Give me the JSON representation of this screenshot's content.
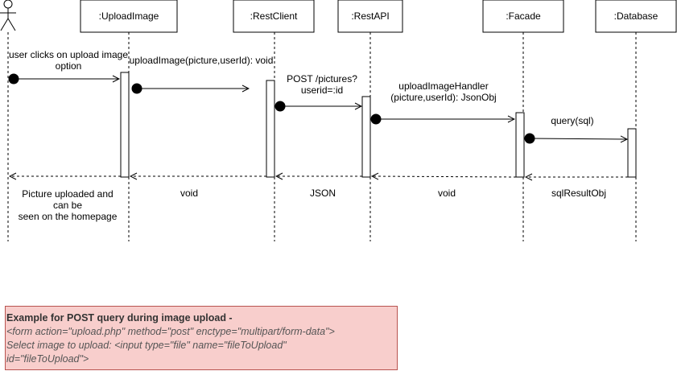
{
  "actor": {
    "name": ""
  },
  "participants": [
    {
      "id": "upload",
      "label": ":UploadImage"
    },
    {
      "id": "client",
      "label": ":RestClient"
    },
    {
      "id": "api",
      "label": ":RestAPI"
    },
    {
      "id": "facade",
      "label": ":Facade"
    },
    {
      "id": "db",
      "label": ":Database"
    }
  ],
  "messages": [
    {
      "from": "actor",
      "to": "upload",
      "label": "user clicks on upload image\noption"
    },
    {
      "from": "upload",
      "to": "client",
      "label": "uploadImage(picture,userId): void"
    },
    {
      "from": "client",
      "to": "api",
      "label": "POST /pictures?\nuserid=:id"
    },
    {
      "from": "api",
      "to": "facade",
      "label": "uploadImageHandler\n(picture,userId): JsonObj"
    },
    {
      "from": "facade",
      "to": "db",
      "label": "query(sql)"
    }
  ],
  "returns": [
    {
      "from": "upload",
      "to": "actor",
      "label": "Picture uploaded and\ncan be\nseen on the homepage"
    },
    {
      "from": "client",
      "to": "upload",
      "label": "void"
    },
    {
      "from": "api",
      "to": "client",
      "label": "JSON"
    },
    {
      "from": "facade",
      "to": "api",
      "label": "void"
    },
    {
      "from": "db",
      "to": "facade",
      "label": "sqlResultObj"
    }
  ],
  "note": {
    "title": "Example for POST query during image upload -",
    "line1": "<form action=\"upload.php\" method=\"post\" enctype=\"multipart/form-data\">",
    "line2": "Select image to upload: <input type=\"file\" name=\"fileToUpload\"",
    "line3": "id=\"fileToUpload\">",
    "fill_color": "#f8cecc",
    "border_color": "#b85450"
  }
}
